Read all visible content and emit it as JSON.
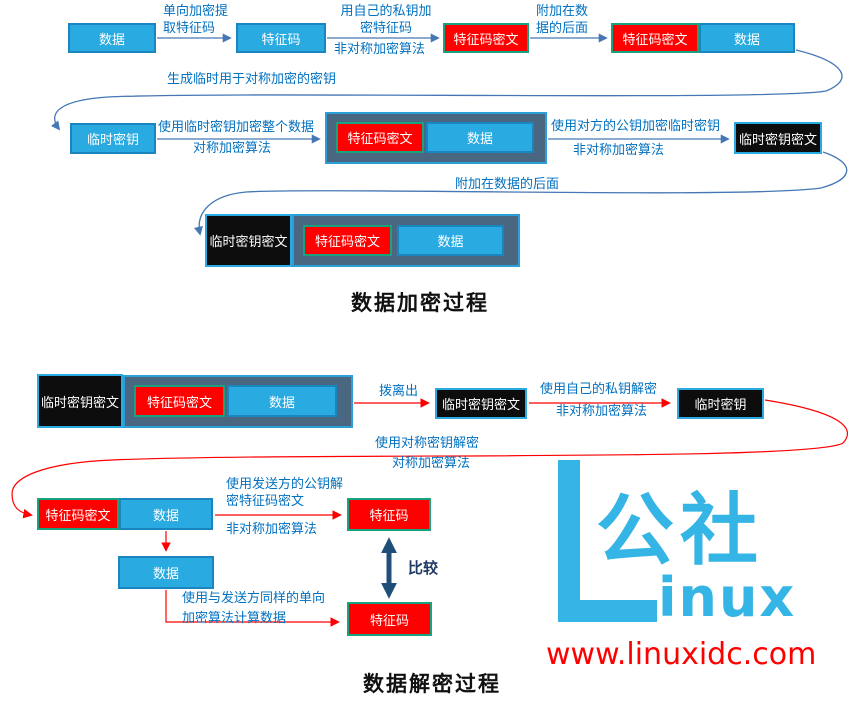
{
  "encryption": {
    "title": "数据加密过程",
    "boxes": {
      "data1": "数据",
      "signature": "特征码",
      "sig_cipher_a": "特征码密文",
      "sig_cipher_b": "特征码密文",
      "data2": "数据",
      "temp_key": "临时密钥",
      "sig_cipher_c": "特征码密文",
      "data3": "数据",
      "temp_key_cipher_a": "临时密钥密文",
      "temp_key_cipher_b": "临时密钥密文",
      "sig_cipher_d": "特征码密文",
      "data4": "数据"
    },
    "labels": {
      "oneway_1": "单向加密提",
      "oneway_2": "取特征码",
      "privenc_1": "用自己的私钥加",
      "privenc_2": "密特征码",
      "privenc_algo": "非对称加密算法",
      "append1_1": "附加在数",
      "append1_2": "据的后面",
      "genkey": "生成临时用于对称加密的密钥",
      "symenc": "使用临时密钥加密整个数据",
      "symenc_algo": "对称加密算法",
      "pubenc": "使用对方的公钥加密临时密钥",
      "pubenc_algo": "非对称加密算法",
      "append2": "附加在数据的后面"
    }
  },
  "decryption": {
    "title": "数据解密过程",
    "boxes": {
      "temp_key_cipher_a": "临时密钥密文",
      "sig_cipher_a": "特征码密文",
      "data1": "数据",
      "temp_key_cipher_b": "临时密钥密文",
      "temp_key": "临时密钥",
      "sig_cipher_b": "特征码密文",
      "data2": "数据",
      "sig_a": "特征码",
      "data3": "数据",
      "sig_b": "特征码"
    },
    "labels": {
      "strip": "拨离出",
      "privdec": "使用自己的私钥解密",
      "privdec_algo": "非对称加密算法",
      "symdec": "使用对称密钥解密",
      "symdec_algo": "对称加密算法",
      "pubdec_1": "使用发送方的公钥解",
      "pubdec_2": "密特征码密文",
      "pubdec_algo": "非对称加密算法",
      "hash_1": "使用与发送方同样的单向",
      "hash_2": "加密算法计算数据",
      "compare": "比较"
    }
  },
  "watermark": {
    "logo_cn": "公社",
    "logo_en": "inux",
    "url": "www.linuxidc.com"
  },
  "colors": {
    "blue_box": "#29abe2",
    "red_box": "#fe0000",
    "black_box": "#0d0d0d",
    "container": "#4a6782",
    "label_text": "#0070c0",
    "arrow_blue": "#4577b5",
    "arrow_red": "#fe0000",
    "compare_arrow": "#1f4e79",
    "watermark_blue": "#35b5e5",
    "url_red": "#fe0000"
  }
}
